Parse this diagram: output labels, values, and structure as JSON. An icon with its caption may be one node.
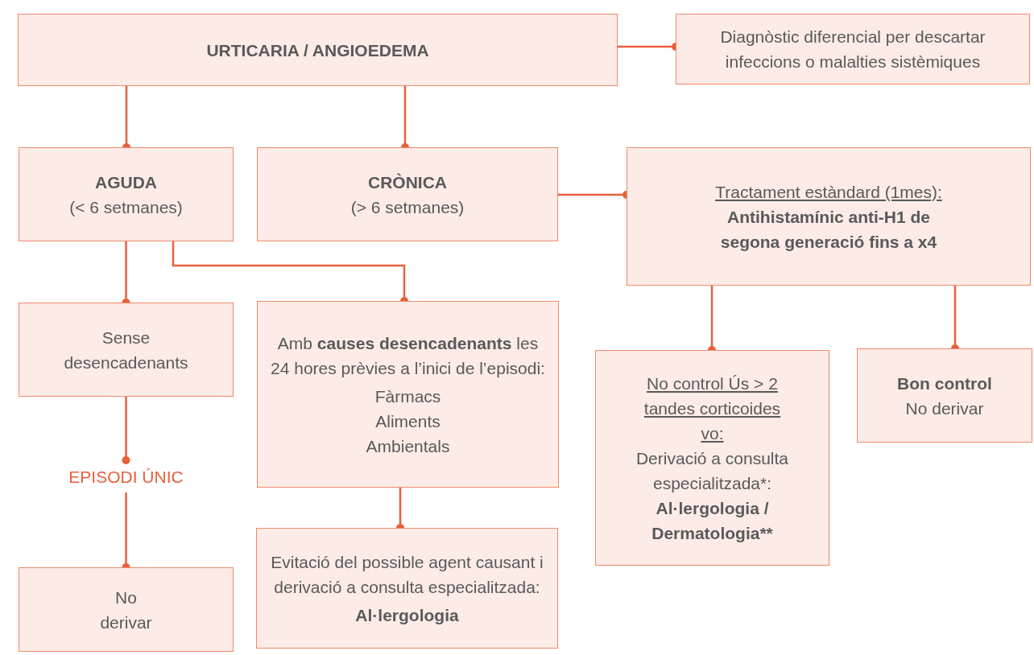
{
  "diagram": {
    "nodes": [
      {
        "text": [
          "URTICARIA / ANGIOEDEMA"
        ]
      },
      {
        "text": [
          "Diagnòstic diferencial per descartar infeccions o malalties sistèmiques"
        ]
      },
      {
        "text": [
          "AGUDA",
          "(< 6 setmanes)"
        ]
      },
      {
        "text": [
          "CRÒNICA",
          "(> 6 setmanes)"
        ]
      },
      {
        "text": [
          "Tractament estàndard (1mes):",
          "Antihistamínic anti-H1 de segona generació fins a x4"
        ]
      },
      {
        "text": [
          "Sense desencadenants"
        ]
      },
      {
        "text": [
          "Amb **causes desencadenants** les 24 hores prèvies a l’inici de l’episodi:",
          "Fàrmacs",
          "Aliments",
          "Ambientals"
        ]
      },
      {
        "text": [
          "No control Ús > 2 tandes corticoides vo:",
          "Derivació a consulta especialitzada*:",
          "Al·lergologia / Dermatologia**"
        ]
      },
      {
        "text": [
          "Bon control",
          "No derivar"
        ]
      },
      {
        "text": [
          "EPISODI ÚNIC"
        ]
      },
      {
        "text": [
          "Evitació del possible agent causant i derivació a consulta especialitzada:",
          "Al·lergologia"
        ]
      },
      {
        "text": [
          "No derivar"
        ]
      }
    ],
    "edges": [
      {
        "from": 0,
        "to": 1,
        "arrow": "other"
      },
      {
        "from": 0,
        "to": 2,
        "arrow": "other"
      },
      {
        "from": 0,
        "to": 3,
        "arrow": "other"
      },
      {
        "from": 3,
        "to": 4,
        "arrow": "other"
      },
      {
        "from": 2,
        "to": 5,
        "arrow": "other"
      },
      {
        "from": 2,
        "to": 6,
        "arrow": "other"
      },
      {
        "from": 4,
        "to": 7,
        "arrow": "other"
      },
      {
        "from": 4,
        "to": 8,
        "arrow": "other"
      },
      {
        "from": 5,
        "to": 9,
        "arrow": "other"
      },
      {
        "from": 6,
        "to": 10,
        "arrow": "other"
      },
      {
        "from": 9,
        "to": 11,
        "arrow": "other"
      }
    ]
  }
}
